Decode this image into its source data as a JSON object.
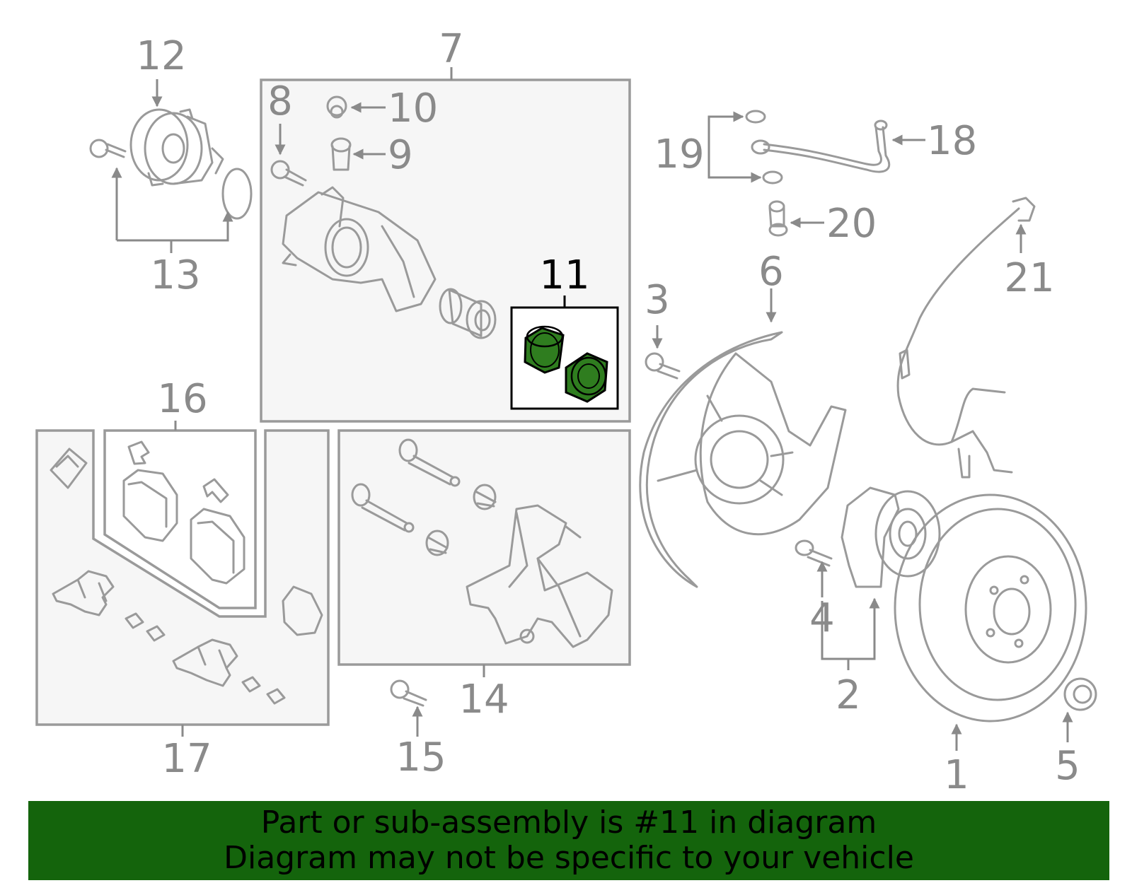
{
  "diagram": {
    "highlighted_part": "11",
    "highlight_color": "#2f7d1f",
    "banner_color": "#14640c",
    "callouts": {
      "c1": "1",
      "c2": "2",
      "c3": "3",
      "c4": "4",
      "c5": "5",
      "c6": "6",
      "c7": "7",
      "c8": "8",
      "c9": "9",
      "c10": "10",
      "c11": "11",
      "c12": "12",
      "c13": "13",
      "c14": "14",
      "c15": "15",
      "c16": "16",
      "c17": "17",
      "c18": "18",
      "c19": "19",
      "c20": "20",
      "c21": "21"
    }
  },
  "banner": {
    "line1": "Part or sub-assembly is #11 in diagram",
    "line2": "Diagram may not be specific to your vehicle"
  }
}
